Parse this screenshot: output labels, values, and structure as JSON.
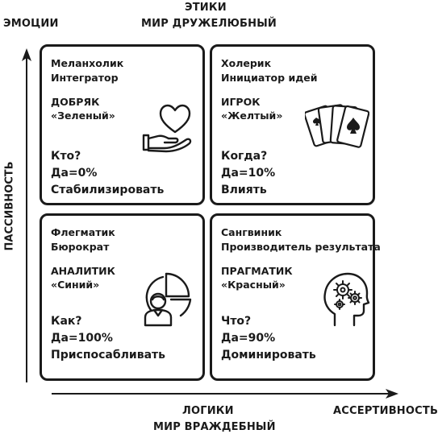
{
  "axes": {
    "top_line1": "ЭТИКИ",
    "top_line2": "МИР ДРУЖЕЛЮБНЫЙ",
    "top_left": "ЭМОЦИИ",
    "left": "ПАССИВНОСТЬ",
    "bottom_line1": "ЛОГИКИ",
    "bottom_line2": "МИР ВРАЖДЕБНЫЙ",
    "bottom_right": "АССЕРТИВНОСТЬ"
  },
  "quadrants": {
    "top_left": {
      "type": "Меланхолик",
      "role": "Интегратор",
      "name": "ДОБРЯК",
      "color": "«Зеленый»",
      "question": "Кто?",
      "yes": "Да=0%",
      "action": "Стабилизировать",
      "icon": "heart-in-hand-icon"
    },
    "top_right": {
      "type": "Холерик",
      "role": "Инициатор идей",
      "name": "ИГРОК",
      "color": "«Желтый»",
      "question": "Когда?",
      "yes": "Да=10%",
      "action": "Влиять",
      "icon": "playing-cards-icon"
    },
    "bottom_left": {
      "type": "Флегматик",
      "role": "Бюрократ",
      "name": "АНАЛИТИК",
      "color": "«Синий»",
      "question": "Как?",
      "yes": "Да=100%",
      "action": "Приспосабливать",
      "icon": "analyst-pie-chart-icon"
    },
    "bottom_right": {
      "type": "Сангвиник",
      "role": "Производитель результата",
      "name": "ПРАГМАТИК",
      "color": "«Красный»",
      "question": "Что?",
      "yes": "Да=90%",
      "action": "Доминировать",
      "icon": "head-gears-icon"
    }
  },
  "colors": {
    "ink": "#1a1a1a",
    "background": "#ffffff"
  }
}
